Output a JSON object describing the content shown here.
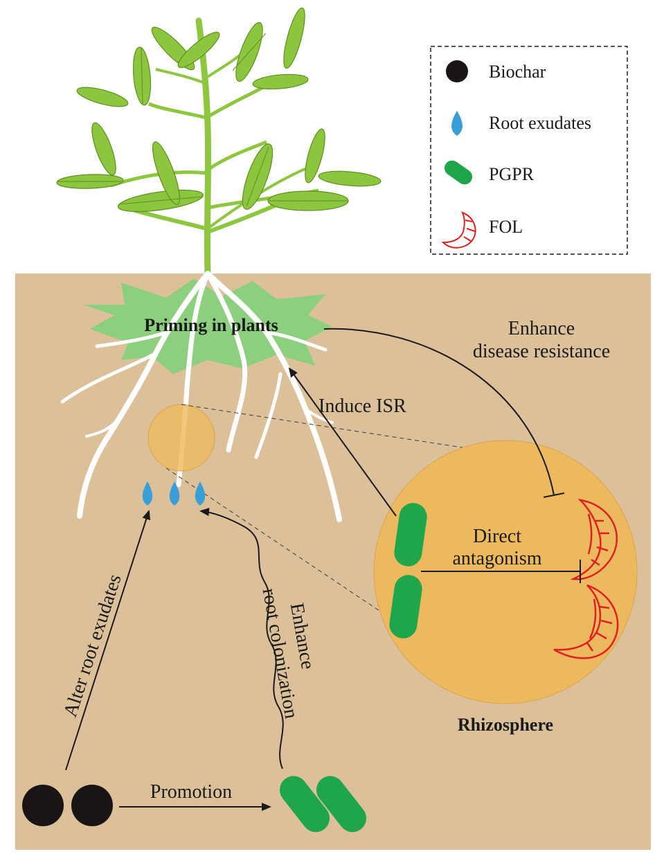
{
  "legend": {
    "items": [
      {
        "icon": "biochar-icon",
        "label": "Biochar"
      },
      {
        "icon": "root-exudate-drop-icon",
        "label": "Root exudates"
      },
      {
        "icon": "pgpr-bacterium-icon",
        "label": "PGPR"
      },
      {
        "icon": "fol-pathogen-icon",
        "label": "FOL"
      }
    ]
  },
  "labels": {
    "priming": "Priming in plants",
    "enhance_resistance_line1": "Enhance",
    "enhance_resistance_line2": "disease resistance",
    "induce_isr": "Induce ISR",
    "direct_line1": "Direct",
    "direct_line2": "antagonism",
    "rhizosphere": "Rhizosphere",
    "alter_root_exudates": "Alter root exudates",
    "enhance_colonization_line1": "Enhance",
    "enhance_colonization_line2": "root colonization",
    "promotion": "Promotion"
  },
  "colors": {
    "soil": "#dcc09a",
    "leaf": "#8cc63f",
    "leaf_stroke": "#5e8f1f",
    "stem": "#8dc63f",
    "priming_burst": "#8ccf7e",
    "rhizosphere": "#edb95e",
    "pgpr": "#1fa54a",
    "exudate": "#3a9fd8",
    "fol": "#e02020",
    "biochar": "#1a1414",
    "root": "#ffffff"
  }
}
